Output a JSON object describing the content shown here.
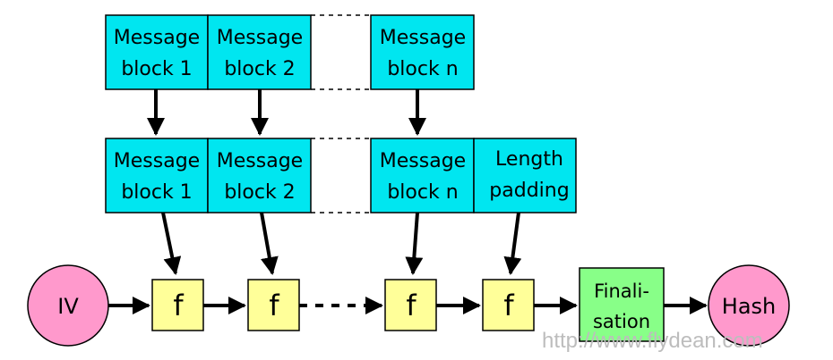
{
  "colors": {
    "block_fill": "#00e6f0",
    "function_fill": "#ffff99",
    "finalisation_fill": "#88ff88",
    "terminal_fill": "#ff99cc",
    "stroke": "#000000",
    "watermark": "#bdbdbd"
  },
  "top_row": {
    "blocks": [
      {
        "line1": "Message",
        "line2": "block 1"
      },
      {
        "line1": "Message",
        "line2": "block 2"
      },
      {
        "line1": "Message",
        "line2": "block n"
      }
    ]
  },
  "middle_row": {
    "blocks": [
      {
        "line1": "Message",
        "line2": "block 1"
      },
      {
        "line1": "Message",
        "line2": "block 2"
      },
      {
        "line1": "Message",
        "line2": "block n"
      },
      {
        "line1": "Length",
        "line2": "padding"
      }
    ]
  },
  "pipeline": {
    "iv_label": "IV",
    "function_labels": [
      "f",
      "f",
      "f",
      "f"
    ],
    "finalisation": {
      "line1": "Finali-",
      "line2": "sation"
    },
    "hash_label": "Hash"
  },
  "watermark": "http://www.flydean.com"
}
